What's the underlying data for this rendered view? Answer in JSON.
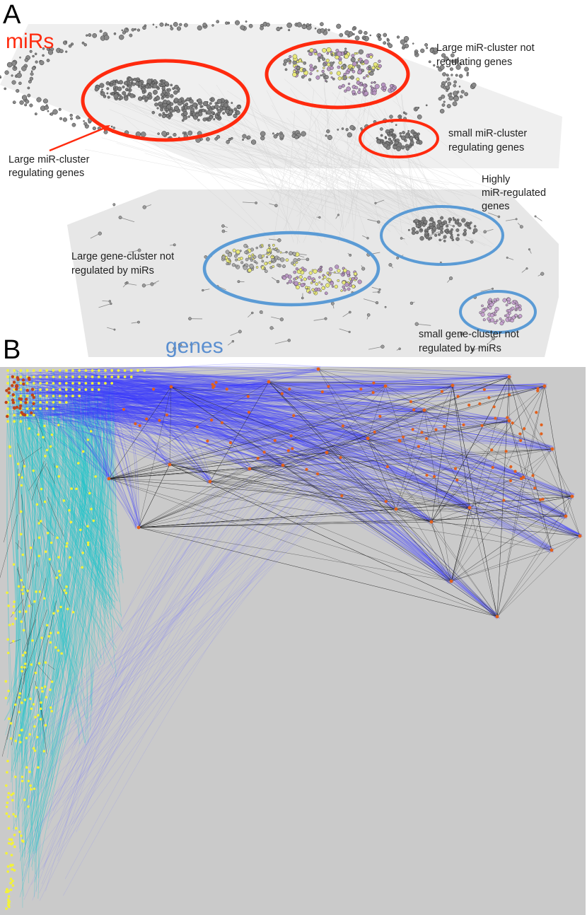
{
  "panels": {
    "a": {
      "letter": "A",
      "mirs_label": "miRs",
      "genes_label": "genes",
      "annotations": {
        "large_mir_not_regulating": [
          "Large miR-cluster not",
          "regulating genes"
        ],
        "large_mir_regulating": [
          "Large miR-cluster",
          "regulating genes"
        ],
        "small_mir_regulating": [
          "small miR-cluster",
          "regulating genes"
        ],
        "highly_regulated": [
          "Highly",
          "miR-regulated",
          "genes"
        ],
        "large_gene_not_regulated": [
          "Large gene-cluster not",
          "regulated by miRs"
        ],
        "small_gene_not_regulated": [
          "small gene-cluster not",
          "regulated by miRs"
        ]
      }
    },
    "b": {
      "letter": "B"
    }
  },
  "colors": {
    "mir_cluster_ring": "#ff2a0e",
    "gene_cluster_ring": "#5b9bd5",
    "mirs_text": "#ff2a0e",
    "genes_text": "#5b8fd0",
    "plane": "#e9e9e9",
    "panel_b_bg": "#cacaca",
    "mir_edges": "#3a3aff",
    "gene_edges": "#19c6cc",
    "mir_nodes": "#e2601c",
    "gene_nodes": "#f2f23a"
  }
}
